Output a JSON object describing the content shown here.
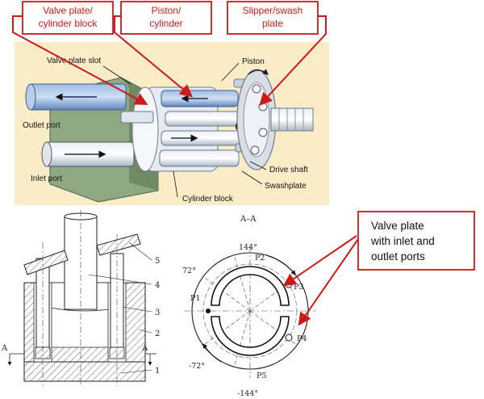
{
  "callouts": {
    "valve_plate_cylinder_block": [
      "Valve  plate/",
      "cylinder block"
    ],
    "piston_cylinder": [
      "Piston/",
      "cylinder"
    ],
    "slipper_swash_plate": [
      "Slipper/swash",
      "plate"
    ],
    "valve_plate_ports": [
      "Valve plate",
      "with inlet and",
      "outlet ports"
    ]
  },
  "pump_labels": {
    "valve_plate_slot": "Valve plate slot",
    "piston": "Piston",
    "outlet_port": "Outlet port",
    "inlet_port": "Inlet port",
    "drive_shaft": "Drive shaft",
    "swashplate": "Swashplate",
    "cylinder_block": "Cylinder block"
  },
  "section_labels": {
    "part_5": "5",
    "part_4": "4",
    "part_3": "3",
    "part_2": "2",
    "part_1": "1",
    "cut_a_left": "A",
    "cut_a_right": "A"
  },
  "valve_labels": {
    "title": "A–A",
    "angle_144": "144°",
    "angle_72": "72°",
    "angle_neg72": "-72°",
    "angle_neg144": "-144°",
    "p1": "P1",
    "p2": "P2",
    "p3": "P3",
    "p4": "P4",
    "p5": "P5"
  },
  "colors": {
    "callout_red": "#cc1a1a",
    "pump_bg": "#fbecc8",
    "housing_green": "#8fa883",
    "flow_blue": "#6f95c9"
  }
}
